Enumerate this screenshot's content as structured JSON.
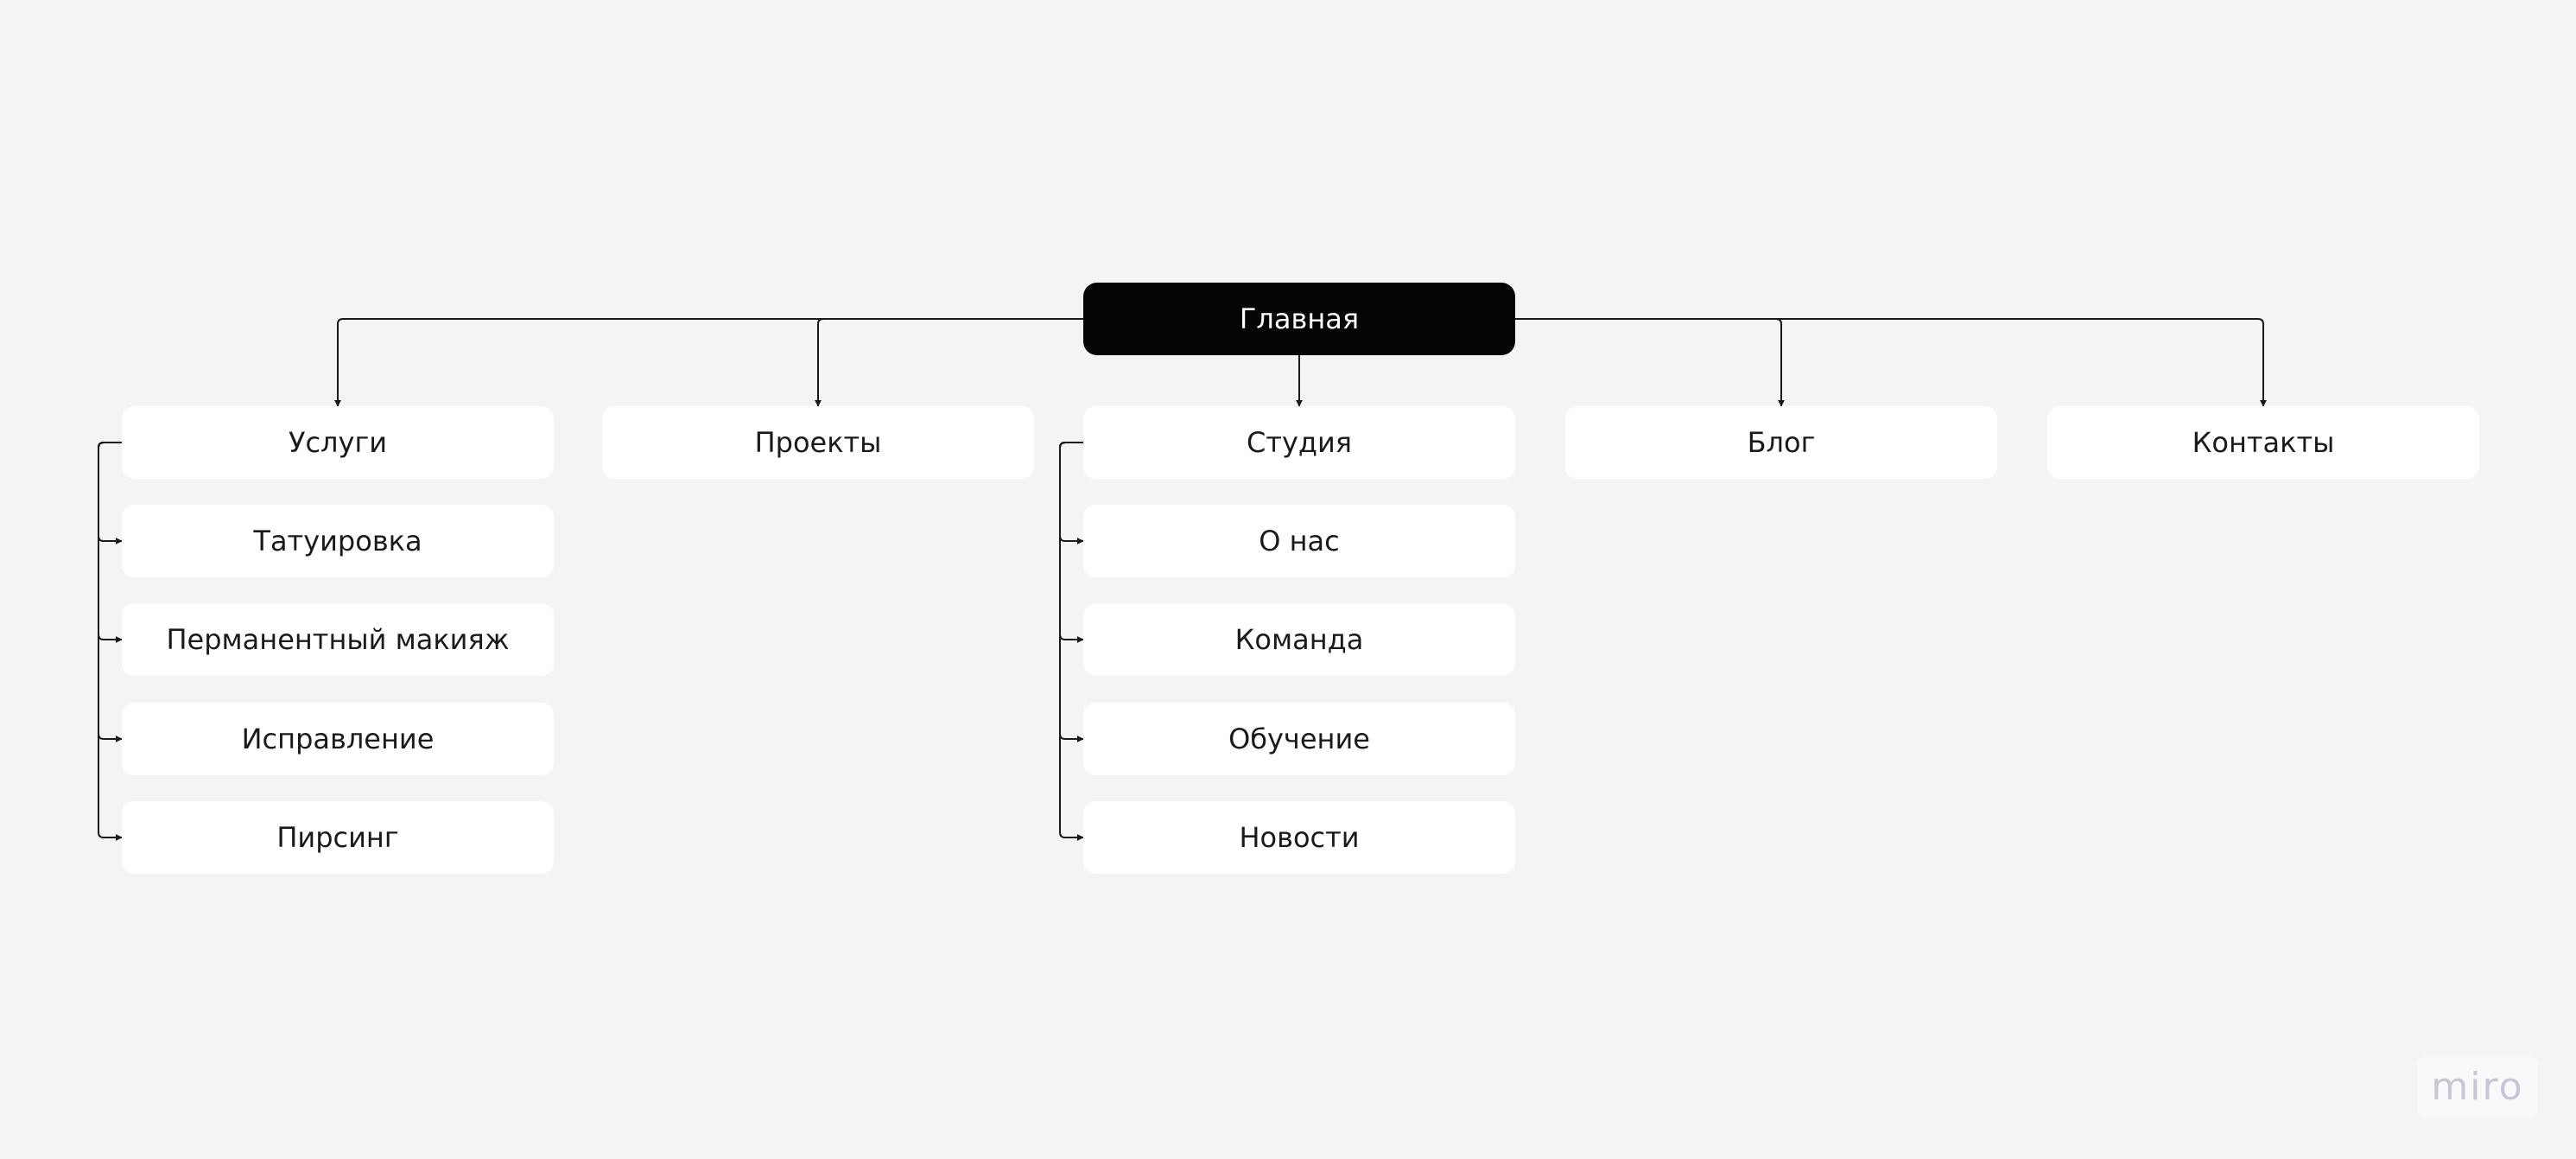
{
  "colors": {
    "background": "#f4f4f4",
    "node": "#ffffff",
    "root_node": "#050505",
    "connector": "#1a1a1a",
    "watermark": "#c6c7d4"
  },
  "sitemap": {
    "root": {
      "label": "Главная"
    },
    "sections": [
      {
        "label": "Услуги",
        "children": [
          "Татуировка",
          "Перманентный макияж",
          "Исправление",
          "Пирсинг"
        ]
      },
      {
        "label": "Проекты",
        "children": []
      },
      {
        "label": "Студия",
        "children": [
          "О нас",
          "Команда",
          "Обучение",
          "Новости"
        ]
      },
      {
        "label": "Блог",
        "children": []
      },
      {
        "label": "Контакты",
        "children": []
      }
    ]
  },
  "watermark": {
    "text": "miro"
  }
}
